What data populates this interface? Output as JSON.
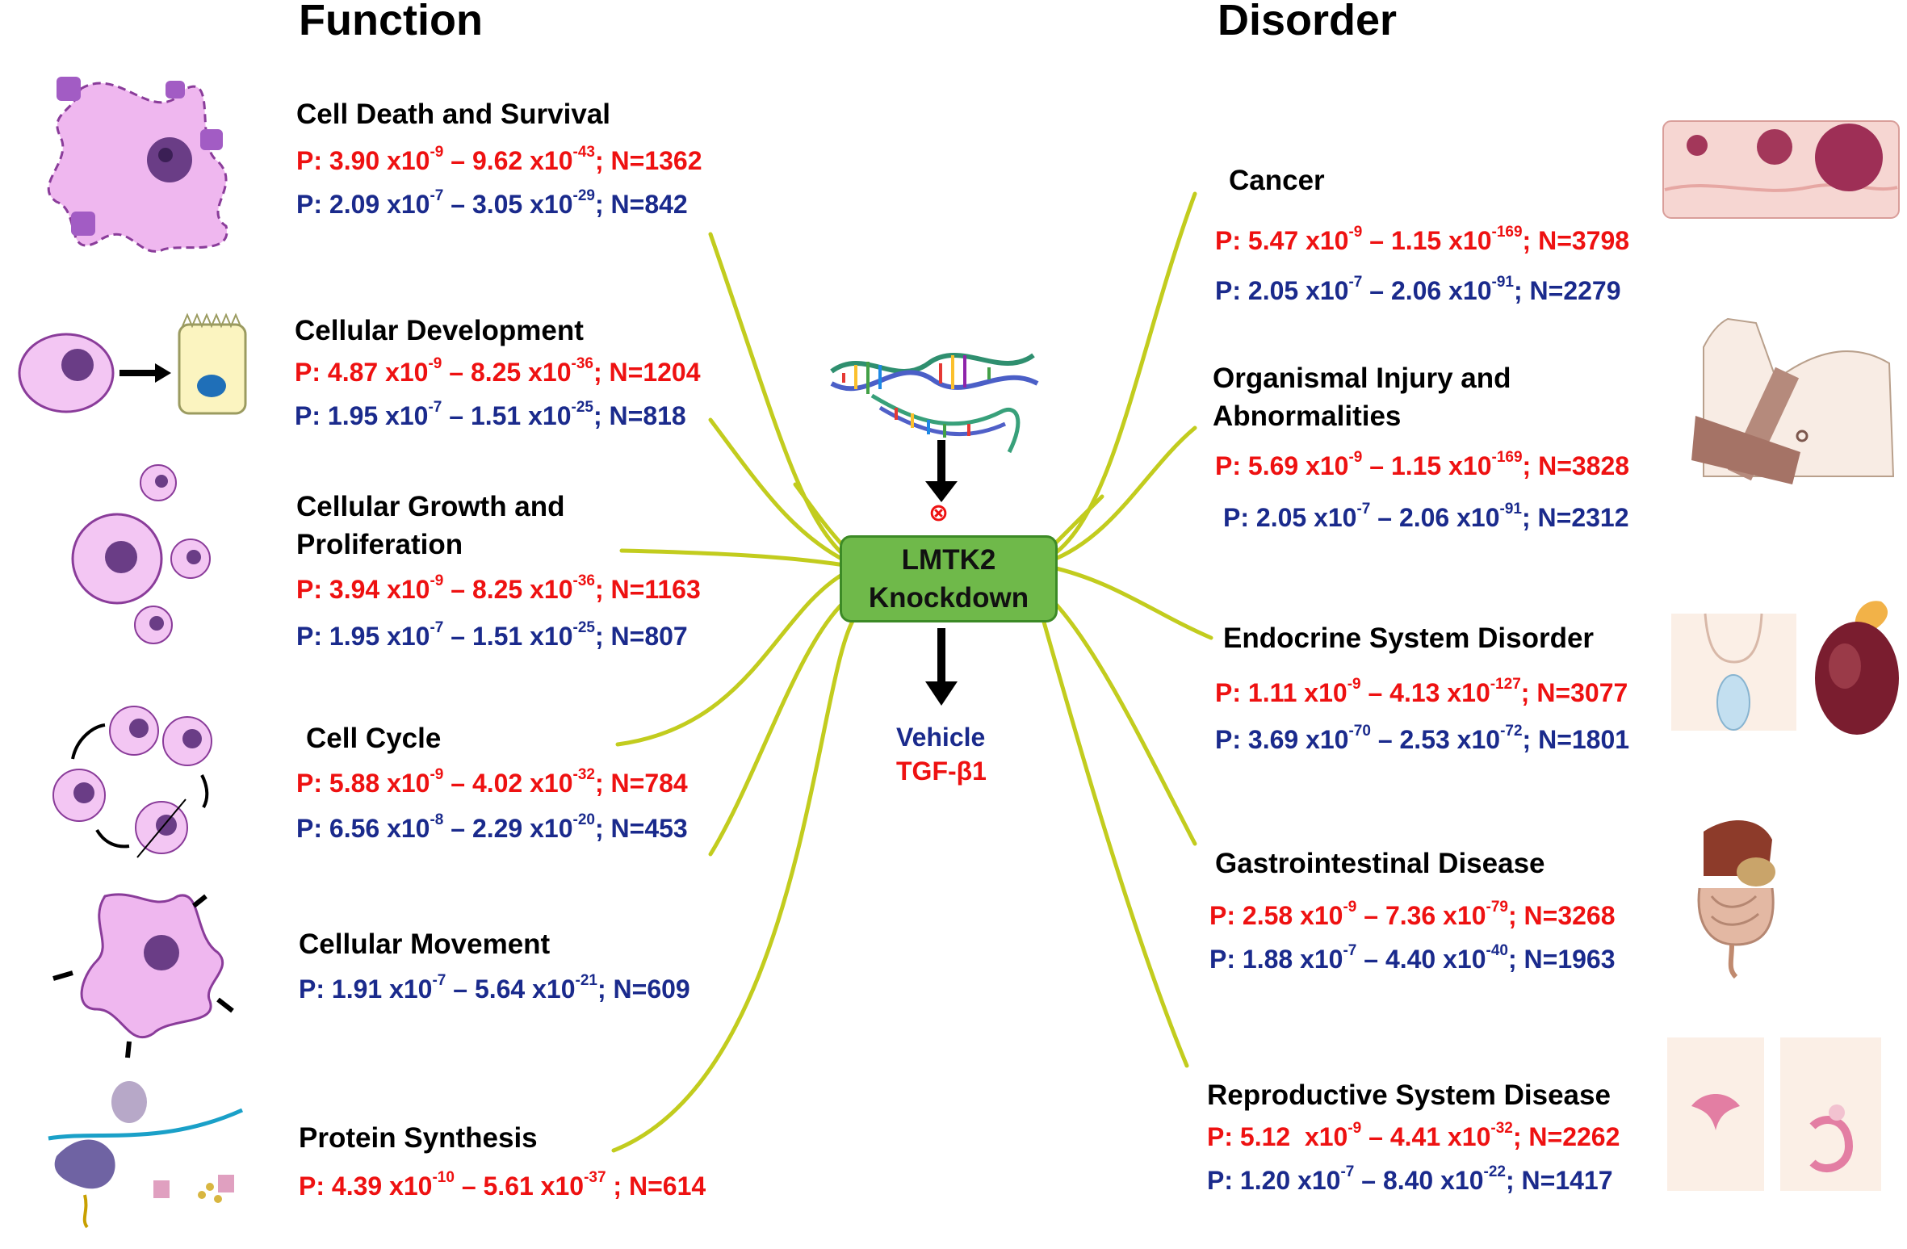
{
  "headings": {
    "function": "Function",
    "disorder": "Disorder"
  },
  "center": {
    "line1": "LMTK2",
    "line2": "Knockdown",
    "vehicle": "Vehicle",
    "tgf": "TGF-β1",
    "inhibit_symbol": "⊗"
  },
  "colors": {
    "red": "#ee1111",
    "blue": "#1a2a8c",
    "branch": "#c2cc1e",
    "center_fill": "#6fb94a"
  },
  "functions": [
    {
      "title_lines": [
        "Cell Death and Survival"
      ],
      "red": {
        "p1": "3.90",
        "e1": "-9",
        "p2": "9.62",
        "e2": "-43",
        "n": "1362"
      },
      "blue": {
        "p1": "2.09",
        "e1": "-7",
        "p2": "3.05",
        "e2": "-29",
        "n": "842"
      }
    },
    {
      "title_lines": [
        "Cellular Development"
      ],
      "red": {
        "p1": "4.87",
        "e1": "-9",
        "p2": "8.25",
        "e2": "-36",
        "n": "1204"
      },
      "blue": {
        "p1": "1.95",
        "e1": "-7",
        "p2": "1.51",
        "e2": "-25",
        "n": "818"
      }
    },
    {
      "title_lines": [
        "Cellular Growth and",
        "Proliferation"
      ],
      "red": {
        "p1": "3.94",
        "e1": "-9",
        "p2": "8.25",
        "e2": "-36",
        "n": "1163"
      },
      "blue": {
        "p1": "1.95",
        "e1": "-7",
        "p2": "1.51",
        "e2": "-25",
        "n": "807"
      }
    },
    {
      "title_lines": [
        "Cell Cycle"
      ],
      "red": {
        "p1": "5.88",
        "e1": "-9",
        "p2": "4.02",
        "e2": "-32",
        "n": "784"
      },
      "blue": {
        "p1": "6.56",
        "e1": "-8",
        "p2": "2.29",
        "e2": "-20",
        "n": "453"
      }
    },
    {
      "title_lines": [
        "Cellular Movement"
      ],
      "blue": {
        "p1": "1.91",
        "e1": "-7",
        "p2": "5.64",
        "e2": "-21",
        "n": "609"
      }
    },
    {
      "title_lines": [
        "Protein Synthesis"
      ],
      "red": {
        "p1": "4.39",
        "e1": "-10",
        "p2": "5.61",
        "e2": "-37",
        "n": "614"
      }
    }
  ],
  "disorders": [
    {
      "title_lines": [
        "Cancer"
      ],
      "red": {
        "p1": "5.47",
        "e1": "-9",
        "p2": "1.15",
        "e2": "-169",
        "n": "3798"
      },
      "blue": {
        "p1": "2.05",
        "e1": "-7",
        "p2": "2.06",
        "e2": "-91",
        "n": "2279"
      }
    },
    {
      "title_lines": [
        "Organismal Injury and",
        "Abnormalities"
      ],
      "red": {
        "p1": "5.69",
        "e1": "-9",
        "p2": "1.15",
        "e2": "-169",
        "n": "3828"
      },
      "blue": {
        "p1": "2.05",
        "e1": "-7",
        "p2": "2.06",
        "e2": "-91",
        "n": "2312"
      }
    },
    {
      "title_lines": [
        "Endocrine System Disorder"
      ],
      "red": {
        "p1": "1.11",
        "e1": "-9",
        "p2": "4.13",
        "e2": "-127",
        "n": "3077"
      },
      "blue": {
        "p1": "3.69",
        "e1": "-70",
        "p2": "2.53",
        "e2": "-72",
        "n": "1801"
      }
    },
    {
      "title_lines": [
        "Gastrointestinal Disease"
      ],
      "red": {
        "p1": "2.58",
        "e1": "-9",
        "p2": "7.36",
        "e2": "-79",
        "n": "3268"
      },
      "blue": {
        "p1": "1.88",
        "e1": "-7",
        "p2": "4.40",
        "e2": "-40",
        "n": "1963"
      }
    },
    {
      "title_lines": [
        "Reproductive System Disease"
      ],
      "red": {
        "p1": "5.12",
        "e1": "-9",
        "p2": "4.41",
        "e2": "-32",
        "n": "2262"
      },
      "blue": {
        "p1": "1.20",
        "e1": "-7",
        "p2": "8.40",
        "e2": "-22",
        "n": "1417"
      }
    }
  ]
}
